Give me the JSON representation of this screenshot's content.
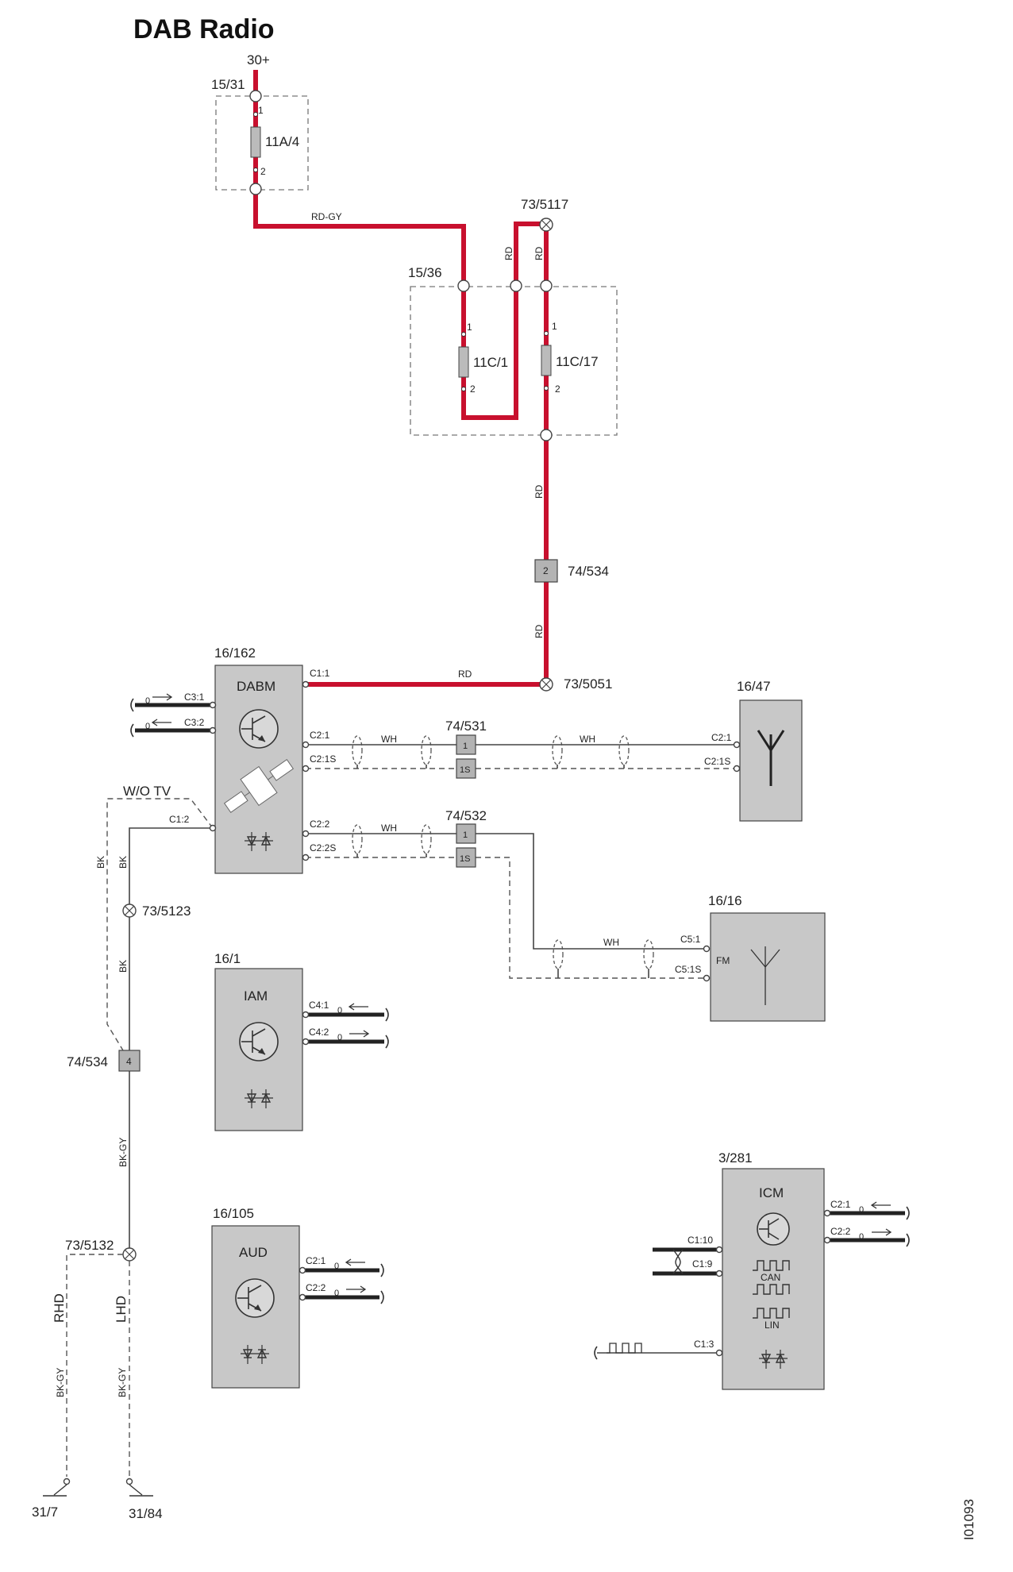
{
  "title": "DAB Radio",
  "labels": {
    "supply": "30+",
    "fusebox_a": "15/31",
    "fuse_a": "11A/4",
    "fusebox_b": "15/36",
    "fuse_b1": "11C/1",
    "fuse_b2": "11C/17",
    "splice_top": "73/5117",
    "connector_1": "74/534",
    "splice_dabm": "73/5051",
    "dabm_id": "16/162",
    "dabm_name": "DABM",
    "connector_531": "74/531",
    "connector_532": "74/532",
    "antenna_dab_id": "16/47",
    "antenna_fm_id": "16/16",
    "fm": "FM",
    "wo_tv": "W/O TV",
    "splice_5123": "73/5123",
    "iam_id": "16/1",
    "iam_name": "IAM",
    "connector_2": "74/534",
    "splice_5132": "73/5132",
    "aud_id": "16/105",
    "aud_name": "AUD",
    "icm_id": "3/281",
    "icm_name": "ICM",
    "can": "CAN",
    "lin": "LIN",
    "ground_1": "31/7",
    "ground_2": "31/84",
    "figure_id": "I01093",
    "rhd": "RHD",
    "lhd": "LHD"
  },
  "wires": {
    "rd_gy": "RD-GY",
    "rd": "RD",
    "wh": "WH",
    "bk": "BK",
    "bk_gy": "BK-GY"
  },
  "pins": {
    "p1": "1",
    "p2": "2",
    "c1_1": "C1:1",
    "c1_2": "C1:2",
    "c2_1": "C2:1",
    "c2_1s": "C2:1S",
    "c2_2": "C2:2",
    "c2_2s": "C2:2S",
    "c3_1": "C3:1",
    "c3_2": "C3:2",
    "c4_1": "C4:1",
    "c4_2": "C4:2",
    "c5_1": "C5:1",
    "c5_1s": "C5:1S",
    "c1_10": "C1:10",
    "c1_9": "C1:9",
    "c1_3": "C1:3",
    "conn_1": "1",
    "conn_1s": "1S",
    "conn_2": "2",
    "conn_4": "4",
    "zero": "0"
  },
  "colors": {
    "power_wire": "#c8102e",
    "component_fill": "#c8c8c8",
    "signal_wire": "#444444"
  }
}
